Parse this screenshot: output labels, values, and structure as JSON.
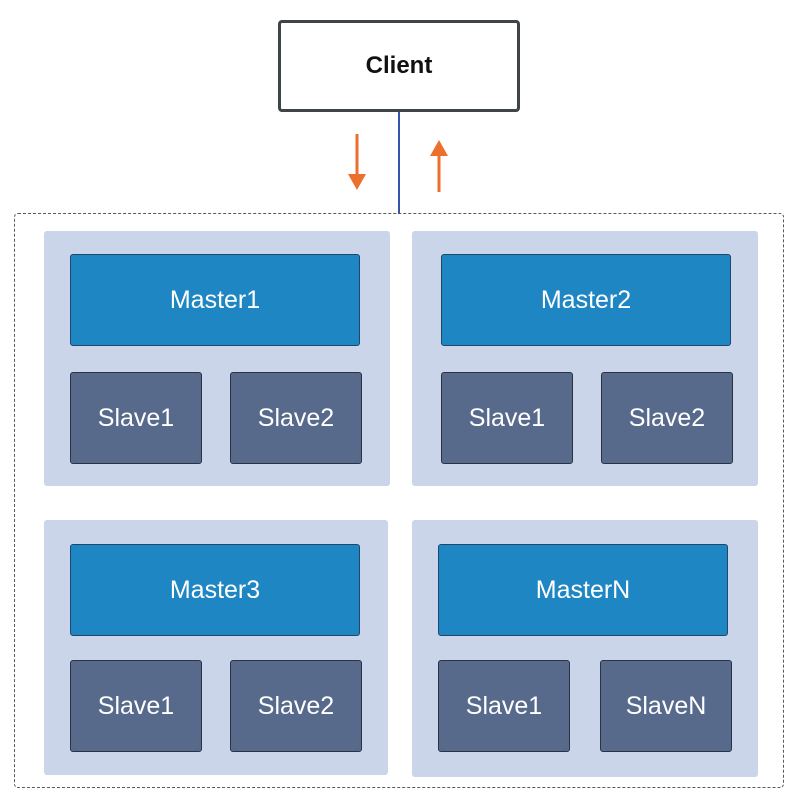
{
  "client": {
    "label": "Client"
  },
  "groups": [
    {
      "master": "Master1",
      "slaves": [
        "Slave1",
        "Slave2"
      ]
    },
    {
      "master": "Master2",
      "slaves": [
        "Slave1",
        "Slave2"
      ]
    },
    {
      "master": "Master3",
      "slaves": [
        "Slave1",
        "Slave2"
      ]
    },
    {
      "master": "MasterN",
      "slaves": [
        "Slave1",
        "SlaveN"
      ]
    }
  ],
  "colors": {
    "master": "#1f86c4",
    "slave": "#576a8c",
    "group_background": "#cbd5ea",
    "arrow": "#ec6f2d",
    "connector": "#3556a8"
  }
}
